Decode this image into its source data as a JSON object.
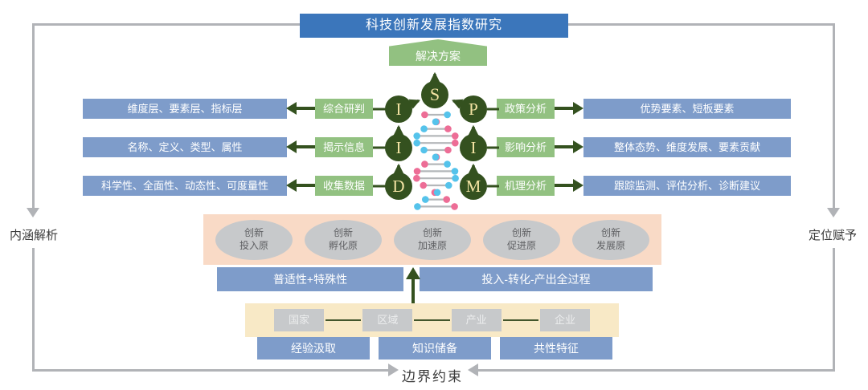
{
  "title": "科技创新发展指数研究",
  "solution": "解决方案",
  "left_label": "内涵解析",
  "right_label": "定位赋予",
  "bottom_label": "边界约束",
  "center": {
    "top_letter": "S",
    "left_letters": [
      "I",
      "I",
      "D"
    ],
    "right_letters": [
      "P",
      "I",
      "M"
    ]
  },
  "left_rows": [
    {
      "process": "综合研判",
      "output": "维度层、要素层、指标层"
    },
    {
      "process": "揭示信息",
      "output": "名称、定义、类型、属性"
    },
    {
      "process": "收集数据",
      "output": "科学性、全面性、动态性、可度量性"
    }
  ],
  "right_rows": [
    {
      "process": "政策分析",
      "output": "优势要素、短板要素"
    },
    {
      "process": "影响分析",
      "output": "整体态势、维度发展、要素贡献"
    },
    {
      "process": "机理分析",
      "output": "跟踪监测、评估分析、诊断建议"
    }
  ],
  "principles": [
    {
      "line1": "创新",
      "line2": "投入原"
    },
    {
      "line1": "创新",
      "line2": "孵化原"
    },
    {
      "line1": "创新",
      "line2": "加速原"
    },
    {
      "line1": "创新",
      "line2": "促进原"
    },
    {
      "line1": "创新",
      "line2": "发展原"
    }
  ],
  "bars": [
    "普适性+特殊性",
    "投入-转化-产出全过程"
  ],
  "levels": [
    "国家",
    "区域",
    "产业",
    "企业"
  ],
  "foundations": [
    "经验汲取",
    "知识储备",
    "共性特征"
  ],
  "colors": {
    "blue": "#3B76BB",
    "softblue": "#7E9CCA",
    "green": "#92C181",
    "darkgreen": "#34511F",
    "peach": "#F9DAC6",
    "cream": "#F8E9C6",
    "gray": "#C7C9CB",
    "frame": "#B1B3B7",
    "letter": "#F3E3A3",
    "pink": "#ED6D96",
    "cyan": "#55C3EB",
    "ink": "#3C3C3C"
  }
}
